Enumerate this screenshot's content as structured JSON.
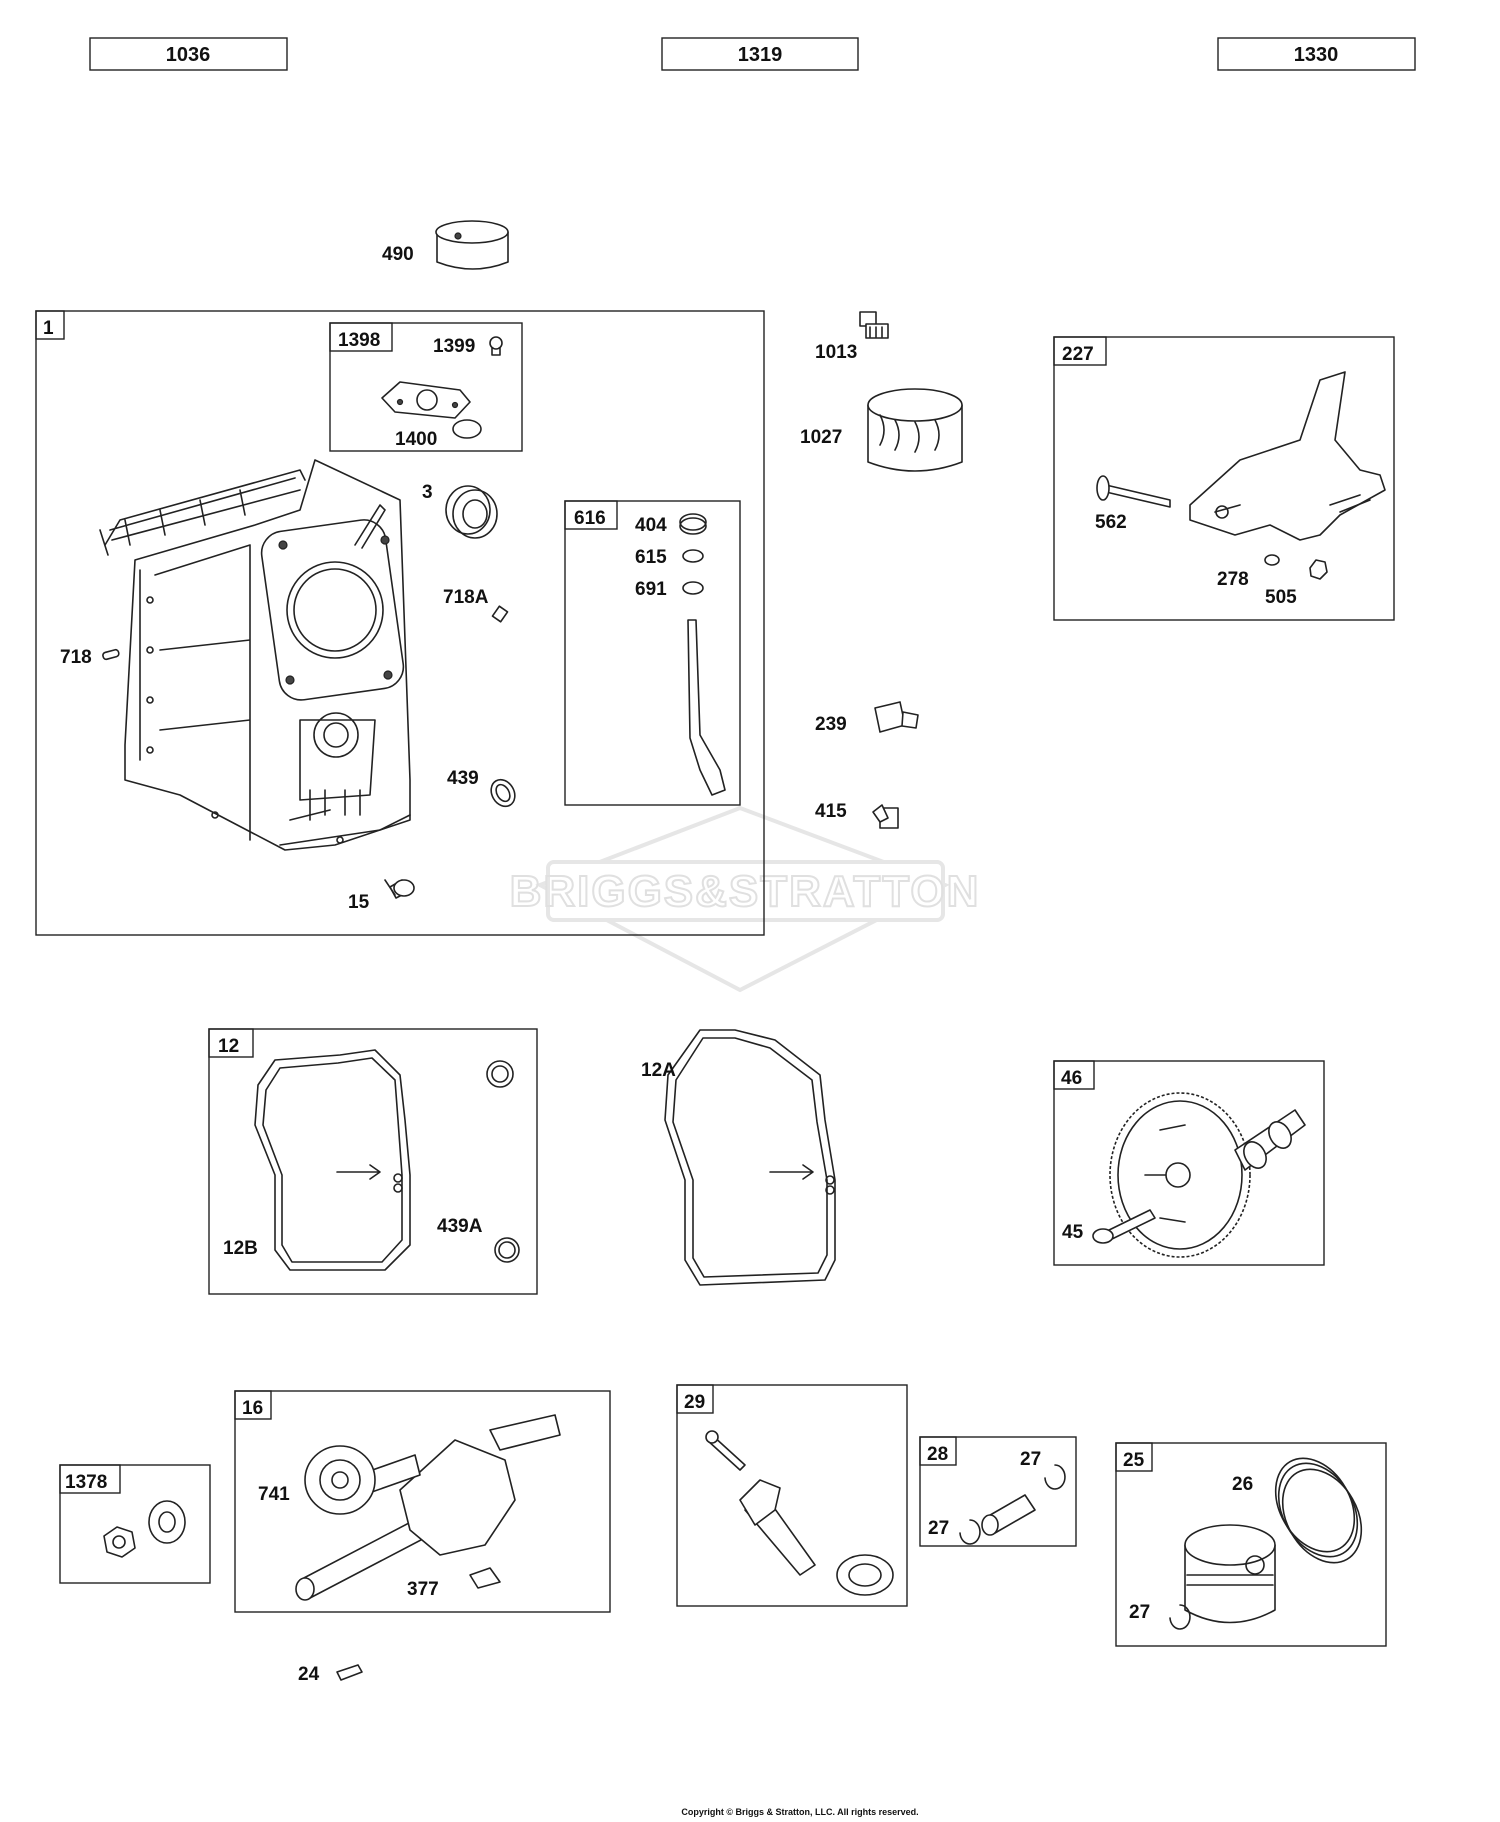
{
  "header_refs": [
    "1036",
    "1319",
    "1330"
  ],
  "watermark": "BRIGGS&STRATTON",
  "copyright": "Copyright © Briggs & Stratton, LLC. All rights reserved.",
  "groups": {
    "g1": "1",
    "g1398": "1398",
    "g616": "616",
    "g227": "227",
    "g12": "12",
    "g46": "46",
    "g1378": "1378",
    "g16": "16",
    "g29": "29",
    "g28": "28",
    "g25": "25"
  },
  "parts": {
    "p490": "490",
    "p1399": "1399",
    "p1400": "1400",
    "p3": "3",
    "p718A": "718A",
    "p718": "718",
    "p439": "439",
    "p15": "15",
    "p404": "404",
    "p615": "615",
    "p691": "691",
    "p1013": "1013",
    "p1027": "1027",
    "p239": "239",
    "p415": "415",
    "p562": "562",
    "p278": "278",
    "p505": "505",
    "p12A": "12A",
    "p12B": "12B",
    "p439A": "439A",
    "p45": "45",
    "p741": "741",
    "p377": "377",
    "p24": "24",
    "p27a": "27",
    "p27b": "27",
    "p27c": "27",
    "p26": "26"
  }
}
